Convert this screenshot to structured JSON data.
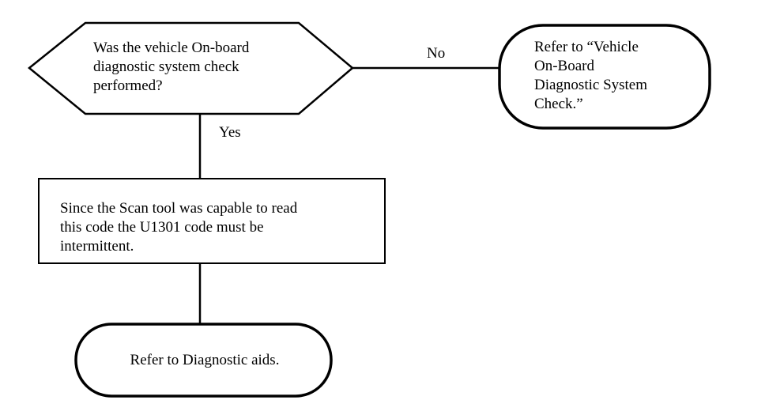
{
  "nodes": {
    "decision": {
      "text": "Was the vehicle On-board\ndiagnostic system check\nperformed?"
    },
    "refer_check": {
      "text": "Refer to “Vehicle\nOn-Board\nDiagnostic System\nCheck.”"
    },
    "intermittent": {
      "text": "Since the Scan tool was capable to read\nthis code the U1301 code must be\nintermittent."
    },
    "refer_aids": {
      "text": "Refer to Diagnostic aids."
    }
  },
  "edges": {
    "no_label": "No",
    "yes_label": "Yes"
  },
  "colors": {
    "stroke": "#000000",
    "background": "#ffffff"
  }
}
